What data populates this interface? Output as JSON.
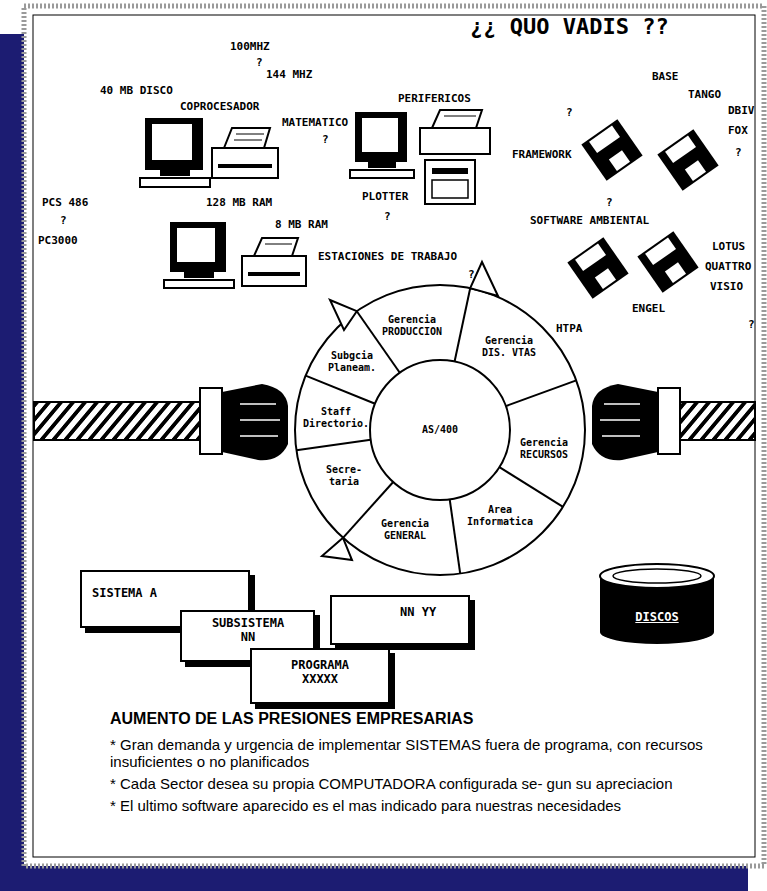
{
  "diagram": {
    "title": "¿¿ QUO VADIS ??",
    "nodes": [
      {
        "text": [
          "Gerencia PRODUCCION"
        ]
      },
      {
        "text": [
          "Subgcia Planeam."
        ]
      },
      {
        "text": [
          "Gerencia DIS. VTAS"
        ]
      },
      {
        "text": [
          "Staff Directorio."
        ]
      },
      {
        "text": [
          "AS/400"
        ]
      },
      {
        "text": [
          "Gerencia RECURSOS"
        ]
      },
      {
        "text": [
          "Secre- taria"
        ]
      },
      {
        "text": [
          "Area Informatica"
        ]
      },
      {
        "text": [
          "Gerencia GENERAL"
        ]
      },
      {
        "text": [
          "SISTEMA A"
        ]
      },
      {
        "text": [
          "SUBSISTEMA NN"
        ]
      },
      {
        "text": [
          "NN YY"
        ]
      },
      {
        "text": [
          "PROGRAMA XXXXX"
        ]
      },
      {
        "text": [
          "DISCOS"
        ]
      }
    ],
    "labels": [
      "100MHZ",
      "?",
      "144 MHZ",
      "40 MB DISCO",
      "COPROCESADOR",
      "MATEMATICO",
      "?",
      "PERIFERICOS",
      "?",
      "BASE",
      "TANGO",
      "DBIV",
      "FOX",
      "?",
      "FRAMEWORK",
      "PCS 486",
      "128 MB RAM",
      "?",
      "PLOTTER",
      "?",
      "8 MB RAM",
      "PC3000",
      "SOFTWARE AMBIENTAL",
      "?",
      "LOTUS",
      "ESTACIONES DE TRABAJO",
      "QUATTRO",
      "?",
      "VISIO",
      "ENGEL",
      "HTPA",
      "?",
      "AUMENTO DE LAS PRESIONES EMPRESARIAS",
      "* Gran demanda y urgencia de implementar SISTEMAS fuera de programa, con recursos insuficientes o no planificados",
      "* Cada Sector desea su propia COMPUTADORA configurada se- gun su apreciacion",
      "* El ultimo software aparecido es el mas indicado para nuestras necesidades"
    ]
  }
}
